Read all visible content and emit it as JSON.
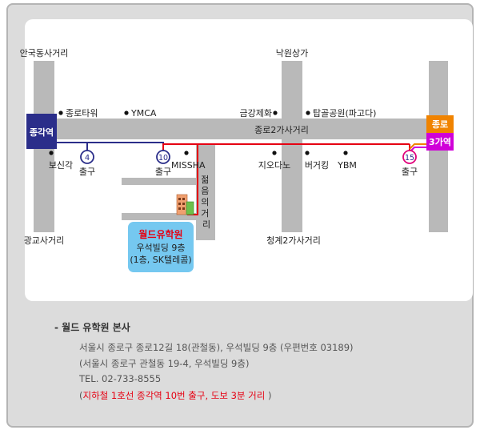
{
  "map": {
    "labels": {
      "angukdong": "안국동사거리",
      "nakwon": "낙원상가",
      "gwanggyo": "광교사거리",
      "cheonggye": "청계2가사거리",
      "jongro2ga": "종로2가사거리",
      "jonggak": "종각역",
      "jongro_tower": "종로타워",
      "ymca": "YMCA",
      "geumgang": "금강제화",
      "tapgol": "탑골공원(파고다)",
      "bosingak": "보신각",
      "missha": "MISSHA",
      "jiodano": "지오다노",
      "burgerking": "버거킹",
      "ybm": "YBM",
      "jeoleum": "젊음의거리",
      "jongro3ga_top": "종로",
      "jongro3ga_bottom": "3가역"
    },
    "exits": [
      {
        "number": "4",
        "label": "출구",
        "color": "#2b2e8a"
      },
      {
        "number": "10",
        "label": "출구",
        "color": "#2b2e8a"
      },
      {
        "number": "15",
        "label": "출구",
        "color": "#e0007a"
      }
    ],
    "destination": {
      "name": "월드유학원",
      "line1": "우석빌딩 9층",
      "line2": "(1층, SK텔레콤)"
    },
    "colors": {
      "road": "#b9b9b9",
      "line1": "#2b2e8a",
      "route": "#e60012",
      "jonggak_box": "#2b2e8a",
      "jongro3ga_top_box": "#f08300",
      "jongro3ga_bottom_box": "#d000d8",
      "destination_box": "#75c8f0"
    }
  },
  "info": {
    "title": "- 월드 유학원 본사",
    "address": "서울시 종로구 종로12길 18(관철동), 우석빌딩 9층 (우편번호 03189)",
    "old_address": "(서울시 종로구 관철동 19-4, 우석빌딩 9층)",
    "tel": "TEL. 02-733-8555",
    "directions_open": "(",
    "directions_text": "지하철 1호선 종각역 10번 출구, 도보 3분 거리",
    "directions_close": " )"
  }
}
